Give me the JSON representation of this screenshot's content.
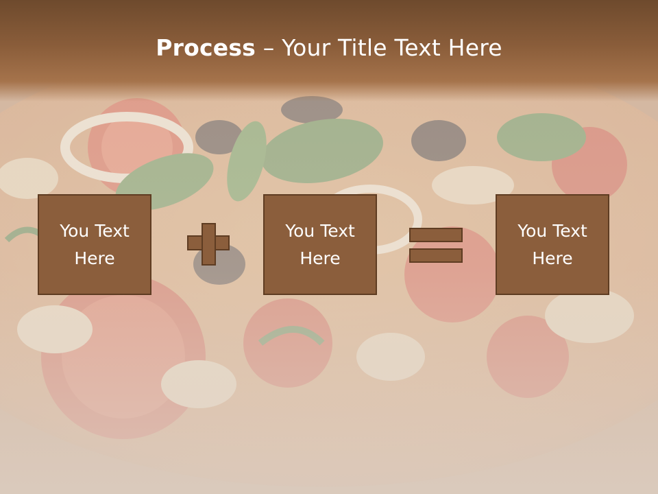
{
  "slide": {
    "title_bold": "Process",
    "title_rest": " – Your Title Text Here",
    "boxes": [
      {
        "line1": "You Text",
        "line2": "Here"
      },
      {
        "line1": "You Text",
        "line2": "Here"
      },
      {
        "line1": "You Text",
        "line2": "Here"
      }
    ],
    "operators": [
      "plus-icon",
      "equals-icon"
    ],
    "colors": {
      "title_band": "#8a5d3a",
      "box_fill": "#8b5e3c",
      "box_border": "#5e3c22",
      "text": "#ffffff"
    },
    "background_image": "pizza-photo"
  }
}
